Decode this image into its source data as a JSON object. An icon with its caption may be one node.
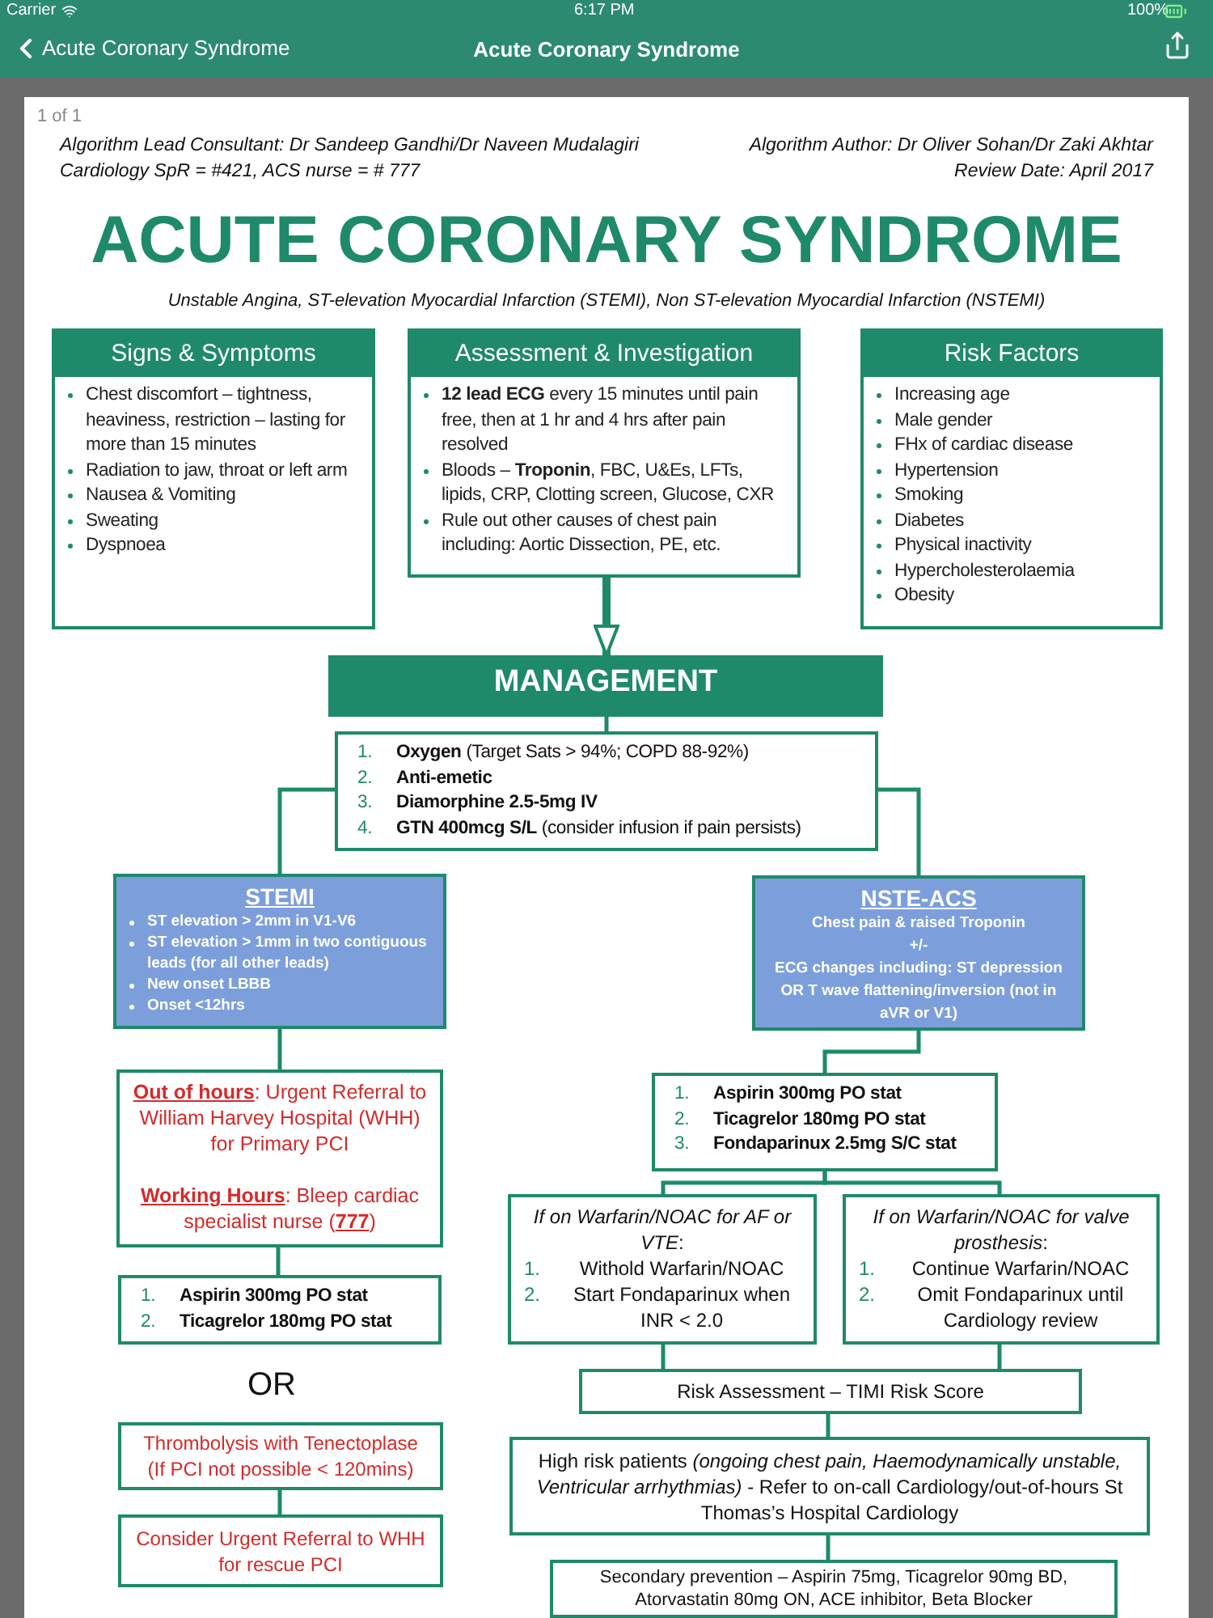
{
  "diagram": {
    "title": "ACUTE CORONARY SYNDROME",
    "nodes": [
      {
        "text": [
          "Signs & Symptoms",
          "Chest discomfort – tightness, heaviness, restriction – lasting for more than 15 minutes",
          "Radiation to jaw, throat or left arm",
          "Nausea & Vomiting",
          "Sweating",
          "Dyspnoea"
        ]
      },
      {
        "text": [
          "Assessment & Investigation",
          "**12 lead ECG** every 15 minutes until pain free, then at 1 hr and 4 hrs after pain resolved",
          "Bloods – **Troponin**, FBC, U&Es, LFTs, lipids, CRP, Clotting screen, Glucose, CXR",
          "Rule out other causes of chest pain including: Aortic Dissection, PE, etc."
        ]
      },
      {
        "text": [
          "Risk Factors",
          "Increasing age",
          "Male gender",
          "FHx of cardiac disease",
          "Hypertension",
          "Smoking",
          "Diabetes",
          "Physical inactivity",
          "Hypercholesterolaemia",
          "Obesity"
        ]
      },
      {
        "text": [
          "MANAGEMENT"
        ]
      },
      {
        "text": [
          "1. **Oxygen** (Target Sats > 94%; COPD 88-92%)",
          "2. **Anti-emetic**",
          "3. **Diamorphine 2.5-5mg IV**",
          "4. **GTN 400mcg S/L** (consider infusion if pain persists)"
        ]
      },
      {
        "text": [
          "STEMI",
          "ST elevation > 2mm in V1-V6",
          "ST elevation > 1mm in two contiguous leads (for all other leads)",
          "New onset LBBB",
          "Onset <12hrs"
        ]
      },
      {
        "text": [
          "NSTE-ACS",
          "Chest pain & raised Troponin",
          "+/-",
          "ECG changes including: ST depression OR T wave flattening/inversion (not in aVR or V1)"
        ]
      },
      {
        "text": [
          "**Out of hours**: Urgent Referral to William Harvey Hospital (WHH) for Primary PCI",
          "**Working Hours**: Bleep cardiac specialist nurse (**777**)"
        ]
      },
      {
        "text": [
          "1. **Aspirin 300mg PO stat**",
          "2. **Ticagrelor 180mg PO stat**"
        ]
      },
      {
        "text": [
          "Thrombolysis with Tenectoplase (If PCI not possible < 120mins)"
        ]
      },
      {
        "text": [
          "Consider Urgent Referral to WHH for rescue PCI"
        ]
      },
      {
        "text": [
          "1. **Aspirin 300mg PO stat**",
          "2. **Ticagrelor 180mg PO stat**",
          "3. **Fondaparinux 2.5mg S/C stat**"
        ]
      },
      {
        "text": [
          "*If on Warfarin/NOAC for AF or VTE*:",
          "1. Withold Warfarin/NOAC",
          "2. Start Fondaparinux when INR < 2.0"
        ]
      },
      {
        "text": [
          "*If on Warfarin/NOAC for valve prosthesis*:",
          "1. Continue Warfarin/NOAC",
          "2. Omit Fondaparinux until Cardiology review"
        ]
      },
      {
        "text": [
          "Risk Assessment – TIMI Risk Score"
        ]
      },
      {
        "text": [
          "High risk patients *(ongoing chest pain, Haemodynamically unstable, Ventricular arrhythmias)* - Refer to on-call Cardiology/out-of-hours St Thomas’s Hospital Cardiology"
        ]
      },
      {
        "text": [
          "Secondary prevention – Aspirin 75mg, Ticagrelor 90mg BD, Atorvastatin 80mg ON, ACE inhibitor, Beta Blocker"
        ]
      }
    ],
    "edges": [
      {
        "from": 1,
        "to": 3,
        "arrow": "to",
        "style": "thick"
      },
      {
        "from": 3,
        "to": 4,
        "arrow": "none"
      },
      {
        "from": 4,
        "to": 5,
        "arrow": "none"
      },
      {
        "from": 4,
        "to": 6,
        "arrow": "none"
      },
      {
        "from": 5,
        "to": 7,
        "arrow": "none"
      },
      {
        "from": 7,
        "to": 8,
        "arrow": "none"
      },
      {
        "from": 9,
        "to": 10,
        "arrow": "none"
      },
      {
        "from": 6,
        "to": 11,
        "arrow": "none"
      },
      {
        "from": 11,
        "to": 12,
        "arrow": "none"
      },
      {
        "from": 11,
        "to": 13,
        "arrow": "none"
      },
      {
        "from": 12,
        "to": 14,
        "arrow": "none"
      },
      {
        "from": 13,
        "to": 14,
        "arrow": "none"
      },
      {
        "from": 14,
        "to": 15,
        "arrow": "none"
      },
      {
        "from": 15,
        "to": 16,
        "arrow": "none"
      }
    ],
    "labels": [
      "Carrier",
      "6:17 PM",
      "100%",
      "Acute Coronary Syndrome",
      "Acute Coronary Syndrome",
      "1 of 1",
      "Algorithm Lead Consultant: Dr Sandeep Gandhi/Dr Naveen Mudalagiri",
      "Algorithm Author: Dr Oliver Sohan/Dr Zaki Akhtar",
      "Cardiology SpR = #421, ACS nurse = # 777",
      "Review Date: April 2017",
      "Unstable Angina, ST-elevation Myocardial Infarction (STEMI), Non ST-elevation Myocardial Infarction (NSTEMI)",
      "OR"
    ]
  }
}
